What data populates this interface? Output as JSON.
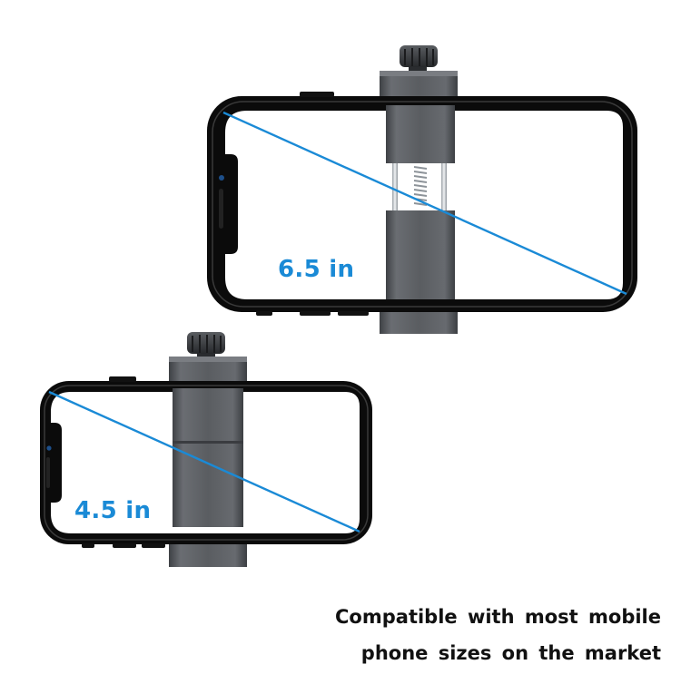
{
  "colors": {
    "accent": "#1a8ad6",
    "phone_frame": "#0b0b0b",
    "clamp_metal": "#55585c",
    "caption_text": "#111111"
  },
  "phones": [
    {
      "size_label": "6.5 in"
    },
    {
      "size_label": "4.5 in"
    }
  ],
  "caption": {
    "line1": "Compatible with most mobile",
    "line2": "phone sizes on the market"
  }
}
